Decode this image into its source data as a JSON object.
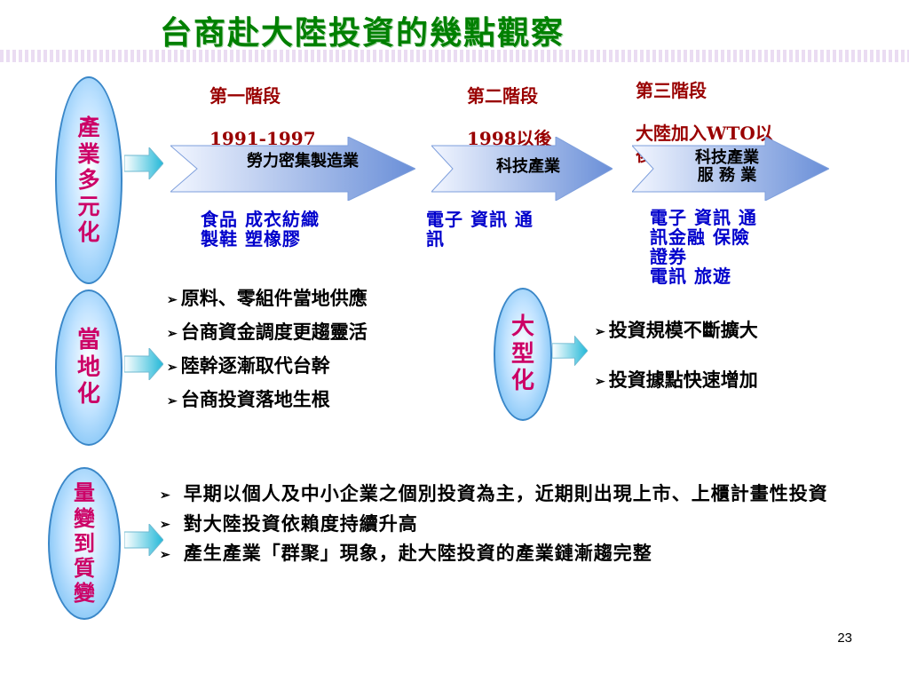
{
  "title": "台商赴大陸投資的幾點觀察",
  "page_number": "23",
  "bullet_glyph": "➢",
  "sections": {
    "diversification": {
      "label": "產\n業\n多\n元\n化",
      "stages": [
        {
          "header_line1": "第一階段",
          "header_line2": "1991-1997",
          "arrow_label": "勞力密集製造業",
          "details": "食品 成衣紡織\n製鞋 塑橡膠"
        },
        {
          "header_line1": "第二階段",
          "header_line2": "1998以後",
          "arrow_label": "科技產業",
          "details": "電子 資訊 通\n訊"
        },
        {
          "header_line1": "第三階段",
          "header_line2": "大陸加入WTO以\n後",
          "arrow_label": "科技產業\n服 務 業",
          "details": "電子 資訊 通\n訊金融 保險\n證券\n電訊 旅遊"
        }
      ]
    },
    "localization": {
      "label": "當\n地\n化",
      "items": [
        "原料、零組件當地供應",
        "台商資金調度更趨靈活",
        "陸幹逐漸取代台幹",
        "台商投資落地生根"
      ]
    },
    "large_scale": {
      "label": "大\n型\n化",
      "items": [
        "投資規模不斷擴大",
        "投資據點快速增加"
      ]
    },
    "qualitative": {
      "label": "量\n變\n到\n質\n變",
      "items": [
        "早期以個人及中小企業之個別投資為主，近期則出現上市、上櫃計畫性投資",
        "對大陸投資依賴度持續升高",
        "產生產業「群聚」現象，赴大陸投資的產業鏈漸趨完整"
      ]
    }
  }
}
